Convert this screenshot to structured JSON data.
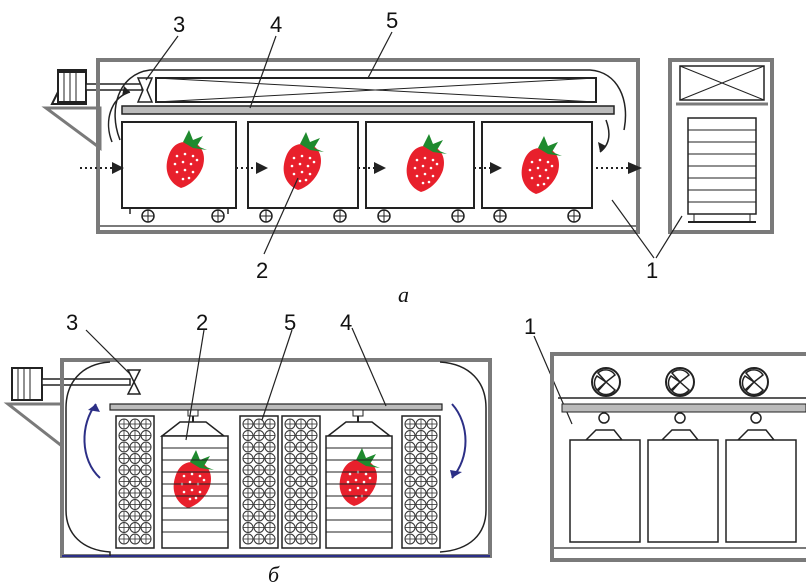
{
  "diagram_a": {
    "caption": "а",
    "callouts": [
      "1",
      "2",
      "3",
      "4",
      "5"
    ]
  },
  "diagram_b": {
    "caption": "б",
    "callouts": [
      "1",
      "2",
      "3",
      "4",
      "5"
    ]
  },
  "colors": {
    "line": "#222222",
    "frame": "#7a7a7a",
    "strawberry": "#e8202c",
    "leaf": "#1f8a2e",
    "flow_arrow": "#2c2f86"
  }
}
